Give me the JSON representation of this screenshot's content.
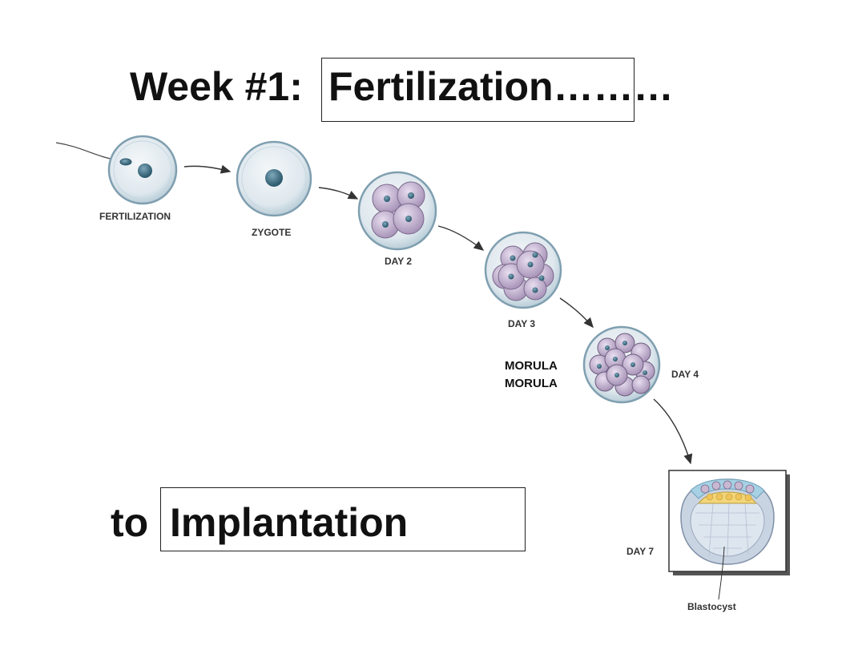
{
  "title": {
    "prefix": "Week #1:",
    "highlight": "Fertilization………"
  },
  "subtitle": {
    "prefix": "to",
    "highlight": "Implantation"
  },
  "stages": {
    "fertilization": "FERTILIZATION",
    "zygote": "ZYGOTE",
    "day2": "DAY 2",
    "day3": "DAY 3",
    "day4": "DAY 4",
    "day7": "DAY 7",
    "blastocyst": "Blastocyst"
  },
  "annotations": {
    "morula_1": "MORULA",
    "morula_2": "MORULA"
  },
  "colors": {
    "membrane": "#cfe3ec",
    "cell": "#c9b8d2",
    "nucleus": "#3f6f85",
    "blastocyst_top": "#f4d67a"
  }
}
